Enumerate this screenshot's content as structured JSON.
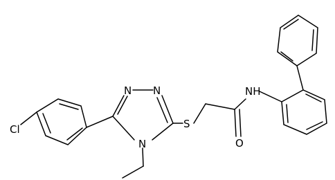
{
  "molecule": {
    "atoms": {
      "n1": "N",
      "n2": "N",
      "n4": "N",
      "s": "S",
      "o": "O",
      "nh": "NH",
      "cl": "Cl"
    },
    "colors": {
      "bond": "#000000",
      "label": "#000000",
      "background": "#ffffff"
    }
  }
}
